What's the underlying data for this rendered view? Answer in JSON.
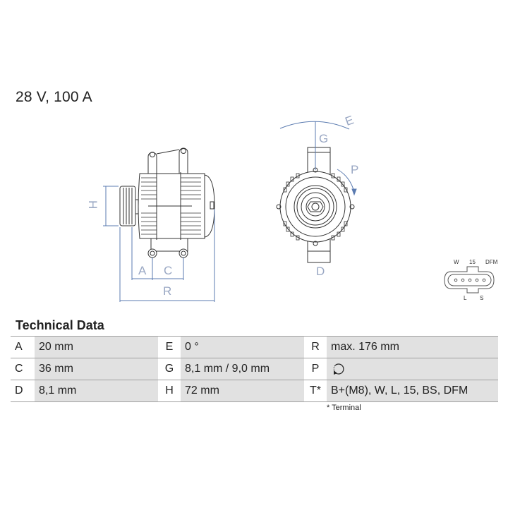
{
  "header": {
    "title": "28 V, 100 A"
  },
  "drawing": {
    "side_view_labels": {
      "H": "H",
      "A": "A",
      "C": "C",
      "R": "R"
    },
    "front_view_labels": {
      "E": "E",
      "G": "G",
      "P": "P",
      "D": "D"
    },
    "connector": {
      "top_labels": [
        "W",
        "15",
        "DFM"
      ],
      "bottom_labels": [
        "L",
        "S"
      ]
    },
    "accent_color": "#5b7bb0"
  },
  "technical_data": {
    "heading": "Technical Data",
    "rows": [
      {
        "c1_label": "A",
        "c1_value": "20 mm",
        "c2_label": "E",
        "c2_value": "0 °",
        "c3_label": "R",
        "c3_value": "max. 176 mm"
      },
      {
        "c1_label": "C",
        "c1_value": "36 mm",
        "c2_label": "G",
        "c2_value": "8,1 mm / 9,0 mm",
        "c3_label": "P",
        "c3_value": "rotation-direction-icon"
      },
      {
        "c1_label": "D",
        "c1_value": "8,1 mm",
        "c2_label": "H",
        "c2_value": "72 mm",
        "c3_label": "T*",
        "c3_value": "B+(M8), W, L, 15, BS, DFM"
      }
    ],
    "footnote": "* Terminal"
  }
}
